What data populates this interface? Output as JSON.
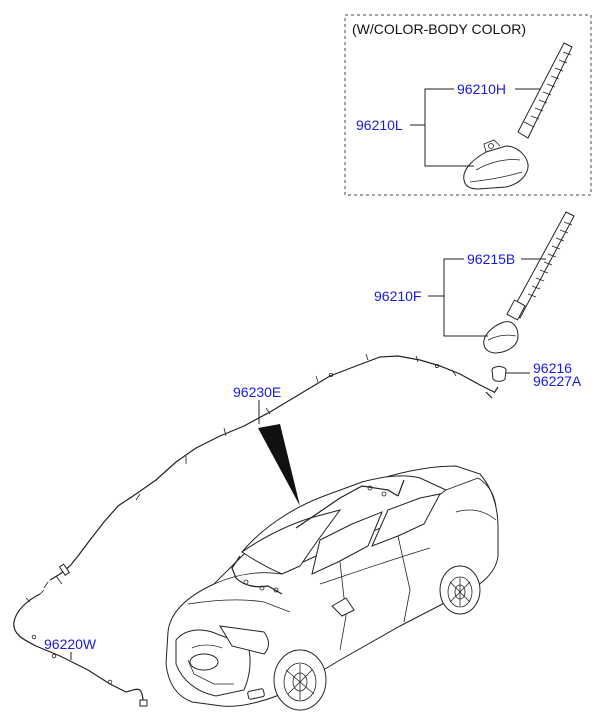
{
  "note_box": {
    "text": "(W/COLOR-BODY COLOR)"
  },
  "labels": {
    "p96210H": "96210H",
    "p96210L": "96210L",
    "p96215B": "96215B",
    "p96210F": "96210F",
    "p96216": "96216",
    "p96227A": "96227A",
    "p96230E": "96230E",
    "p96220W": "96220W"
  },
  "colors": {
    "part_number": "#1a1adf",
    "line": "#222222",
    "background": "#ffffff"
  }
}
